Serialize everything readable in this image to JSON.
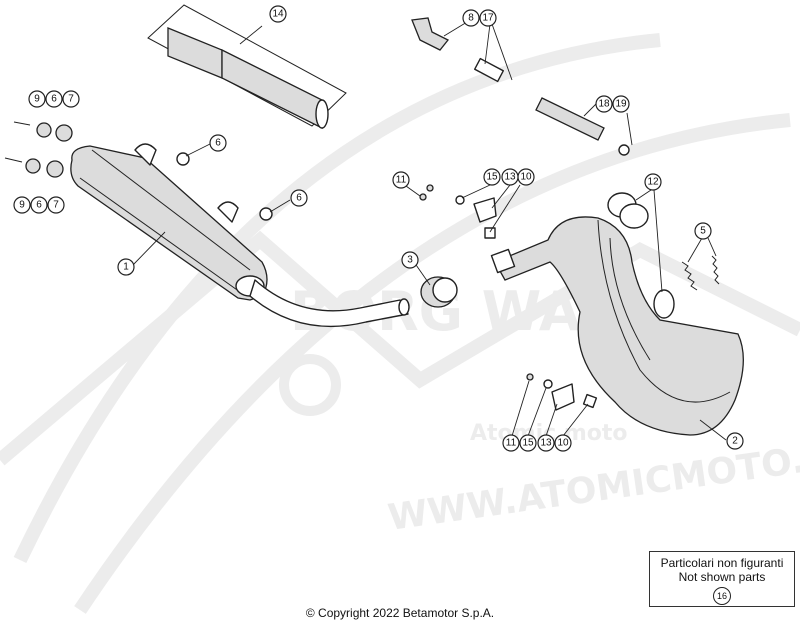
{
  "watermark": {
    "brand_text": "BORG WAY",
    "site_text": "WWW.ATOMICMOTO.F",
    "logo_text": "Atomic moto"
  },
  "callouts": {
    "c1": "1",
    "c2": "2",
    "c3": "3",
    "c5": "5",
    "c6a": "6",
    "c6b": "6",
    "c6c": "6",
    "c6d": "6",
    "c7a": "7",
    "c7b": "7",
    "c8": "8",
    "c9a": "9",
    "c9b": "9",
    "c10a": "10",
    "c10b": "10",
    "c11a": "11",
    "c11b": "11",
    "c12": "12",
    "c13a": "13",
    "c13b": "13",
    "c14": "14",
    "c15a": "15",
    "c15b": "15",
    "c17": "17",
    "c18": "18",
    "c19": "19"
  },
  "legend": {
    "line1": "Particolari non figuranti",
    "line2": "Not shown parts",
    "part_number": "16"
  },
  "copyright": "© Copyright 2022 Betamotor S.p.A."
}
